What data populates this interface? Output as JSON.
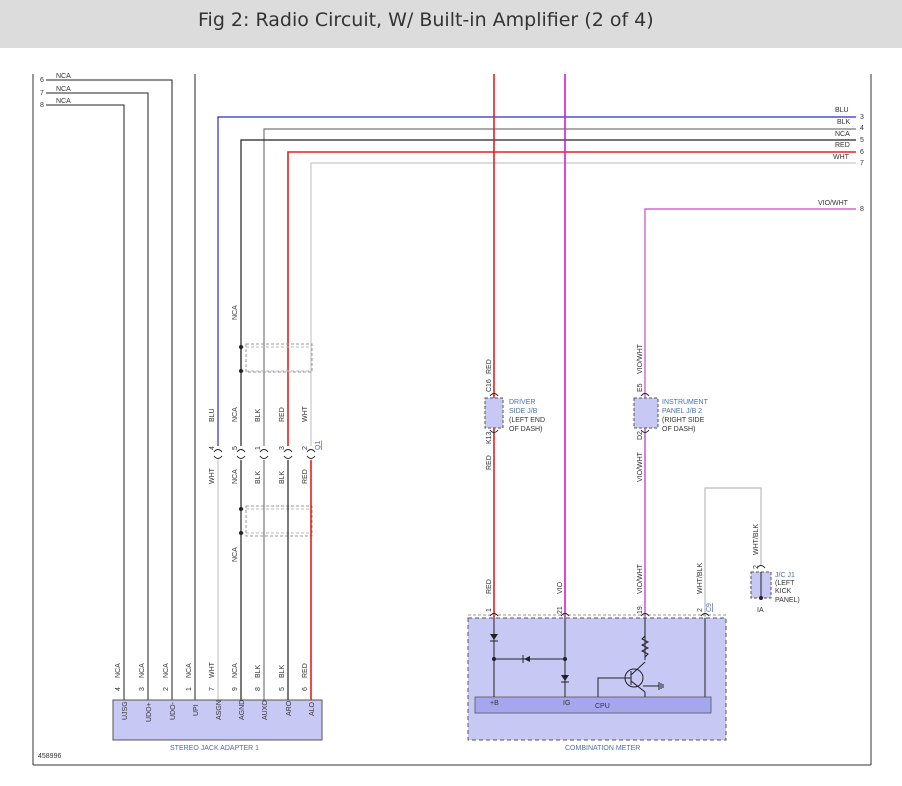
{
  "title": "Fig 2: Radio Circuit, W/ Built-in Amplifier (2 of 4)",
  "figure_id": "458996",
  "colors": {
    "red": "#e8201c",
    "blue": "#2a2ad0",
    "black": "#222222",
    "gray": "#777777",
    "white_wire": "#c8c8c8",
    "violet": "#d21ed2",
    "violet_white": "#c84ac8",
    "component_fill": "#c8c8f4",
    "label_blue": "#4a6fb0"
  },
  "left_nca": {
    "pins": [
      "6",
      "7",
      "8"
    ],
    "label": "NCA"
  },
  "right_wires": [
    {
      "label": "BLU",
      "pin": "3"
    },
    {
      "label": "BLK",
      "pin": "4"
    },
    {
      "label": "NCA",
      "pin": "5"
    },
    {
      "label": "RED",
      "pin": "6"
    },
    {
      "label": "WHT",
      "pin": "7"
    },
    {
      "label": "VIO/WHT",
      "pin": "8"
    }
  ],
  "jack_adapter": {
    "name": "STEREO JACK ADAPTER 1",
    "pins": [
      {
        "pin": "4",
        "wire": "NCA",
        "signal": "UJSG"
      },
      {
        "pin": "3",
        "wire": "NCA",
        "signal": "UDO+"
      },
      {
        "pin": "2",
        "wire": "NCA",
        "signal": "UDO-"
      },
      {
        "pin": "1",
        "wire": "NCA",
        "signal": "UPI"
      },
      {
        "pin": "7",
        "wire": "WHT",
        "signal": "ASGN"
      },
      {
        "pin": "9",
        "wire": "NCA",
        "signal": "AGND"
      },
      {
        "pin": "8",
        "wire": "BLK",
        "signal": "AUXO"
      },
      {
        "pin": "5",
        "wire": "BLK",
        "signal": "ARO"
      },
      {
        "pin": "6",
        "wire": "RED",
        "signal": "ALO"
      }
    ]
  },
  "q1_connector": {
    "name": "Q1",
    "upper_wires": [
      "BLU",
      "NCA",
      "BLK",
      "RED",
      "WHT"
    ],
    "pins": [
      "4",
      "5",
      "1",
      "3",
      "2"
    ],
    "lower_wires": [
      "WHT",
      "NCA",
      "BLK",
      "BLK",
      "RED"
    ],
    "upper_nca": "NCA",
    "lower_nca": "NCA"
  },
  "driver_jb": {
    "wire_top": "RED",
    "pin_top": "C16",
    "pin_bottom": "K13",
    "wire_bottom": "RED",
    "label_lines": [
      "DRIVER",
      "SIDE J/B",
      "(LEFT END",
      "OF DASH)"
    ]
  },
  "instrument_jb": {
    "wire_top": "VIO/WHT",
    "pin_top": "E5",
    "pin_bottom": "D2",
    "wire_bottom": "VIO/WHT",
    "label_lines": [
      "INSTRUMENT",
      "PANEL J/B 2",
      "(RIGHT SIDE",
      "OF DASH)"
    ]
  },
  "jc_j1": {
    "wire": "WHT/BLK",
    "pin": "2",
    "ground": "IA",
    "label_lines": [
      "J/C J1",
      "(LEFT",
      "KICK",
      "PANEL)"
    ]
  },
  "combination_meter": {
    "name": "COMBINATION METER",
    "connector": "C9",
    "pins": [
      {
        "pin": "1",
        "wire": "RED",
        "signal": "+B"
      },
      {
        "pin": "21",
        "wire": "VIO",
        "signal": "IG"
      },
      {
        "pin": "19",
        "wire": "VIO/WHT",
        "signal": ""
      },
      {
        "pin": "2",
        "wire": "WHT/BLK",
        "signal": ""
      }
    ],
    "cpu_label": "CPU"
  }
}
